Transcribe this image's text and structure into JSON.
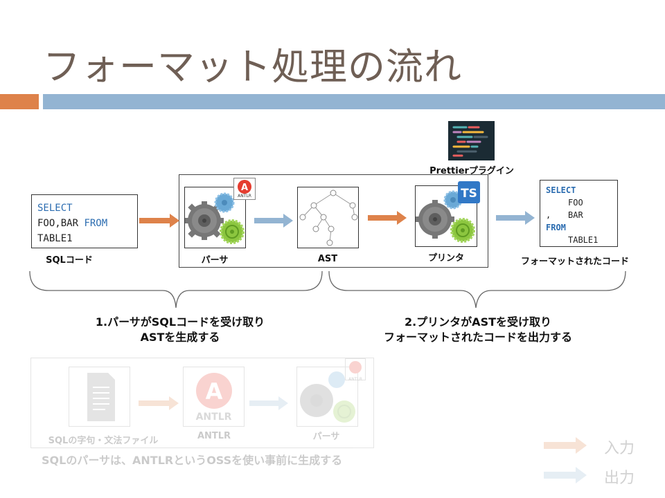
{
  "slide_title": "フォーマット処理の流れ",
  "plugin": {
    "label": "Prettierプラグイン"
  },
  "sql_input": {
    "line1": "SELECT",
    "line2_a": "FOO,BAR ",
    "line2_kw": "FROM",
    "line3": "TABLE1",
    "label": "SQLコード"
  },
  "parser": {
    "label": "パーサ",
    "badge": "ANTLR"
  },
  "ast": {
    "label": "AST"
  },
  "printer": {
    "label": "プリンタ",
    "badge": "TS"
  },
  "formatted": {
    "kw_select": "SELECT",
    "line_foo": "FOO",
    "line_bar_prefix": ",",
    "line_bar": "BAR",
    "kw_from": "FROM",
    "line_table": "TABLE1",
    "label": "フォーマットされたコード"
  },
  "step1": {
    "line1": "1.パーサがSQLコードを受け取り",
    "line2": "ASTを生成する"
  },
  "step2": {
    "line1": "2.プリンタがASTを受け取り",
    "line2": "フォーマットされたコードを出力する"
  },
  "antlr_section": {
    "file_label": "SQLの字句・文法ファイル",
    "antlr_label": "ANTLR",
    "antlr_logo_text": "ANTLR",
    "parser_label": "パーサ",
    "badge": "ANTLR",
    "caption": "SQLのパーサは、ANTLRというOSSを使い事前に生成する"
  },
  "legend": {
    "input": "入力",
    "output": "出力"
  },
  "colors": {
    "orange": "#de824a",
    "blue": "#93b4d2",
    "title": "#6f5f55",
    "keyword": "#2b6cb0"
  }
}
